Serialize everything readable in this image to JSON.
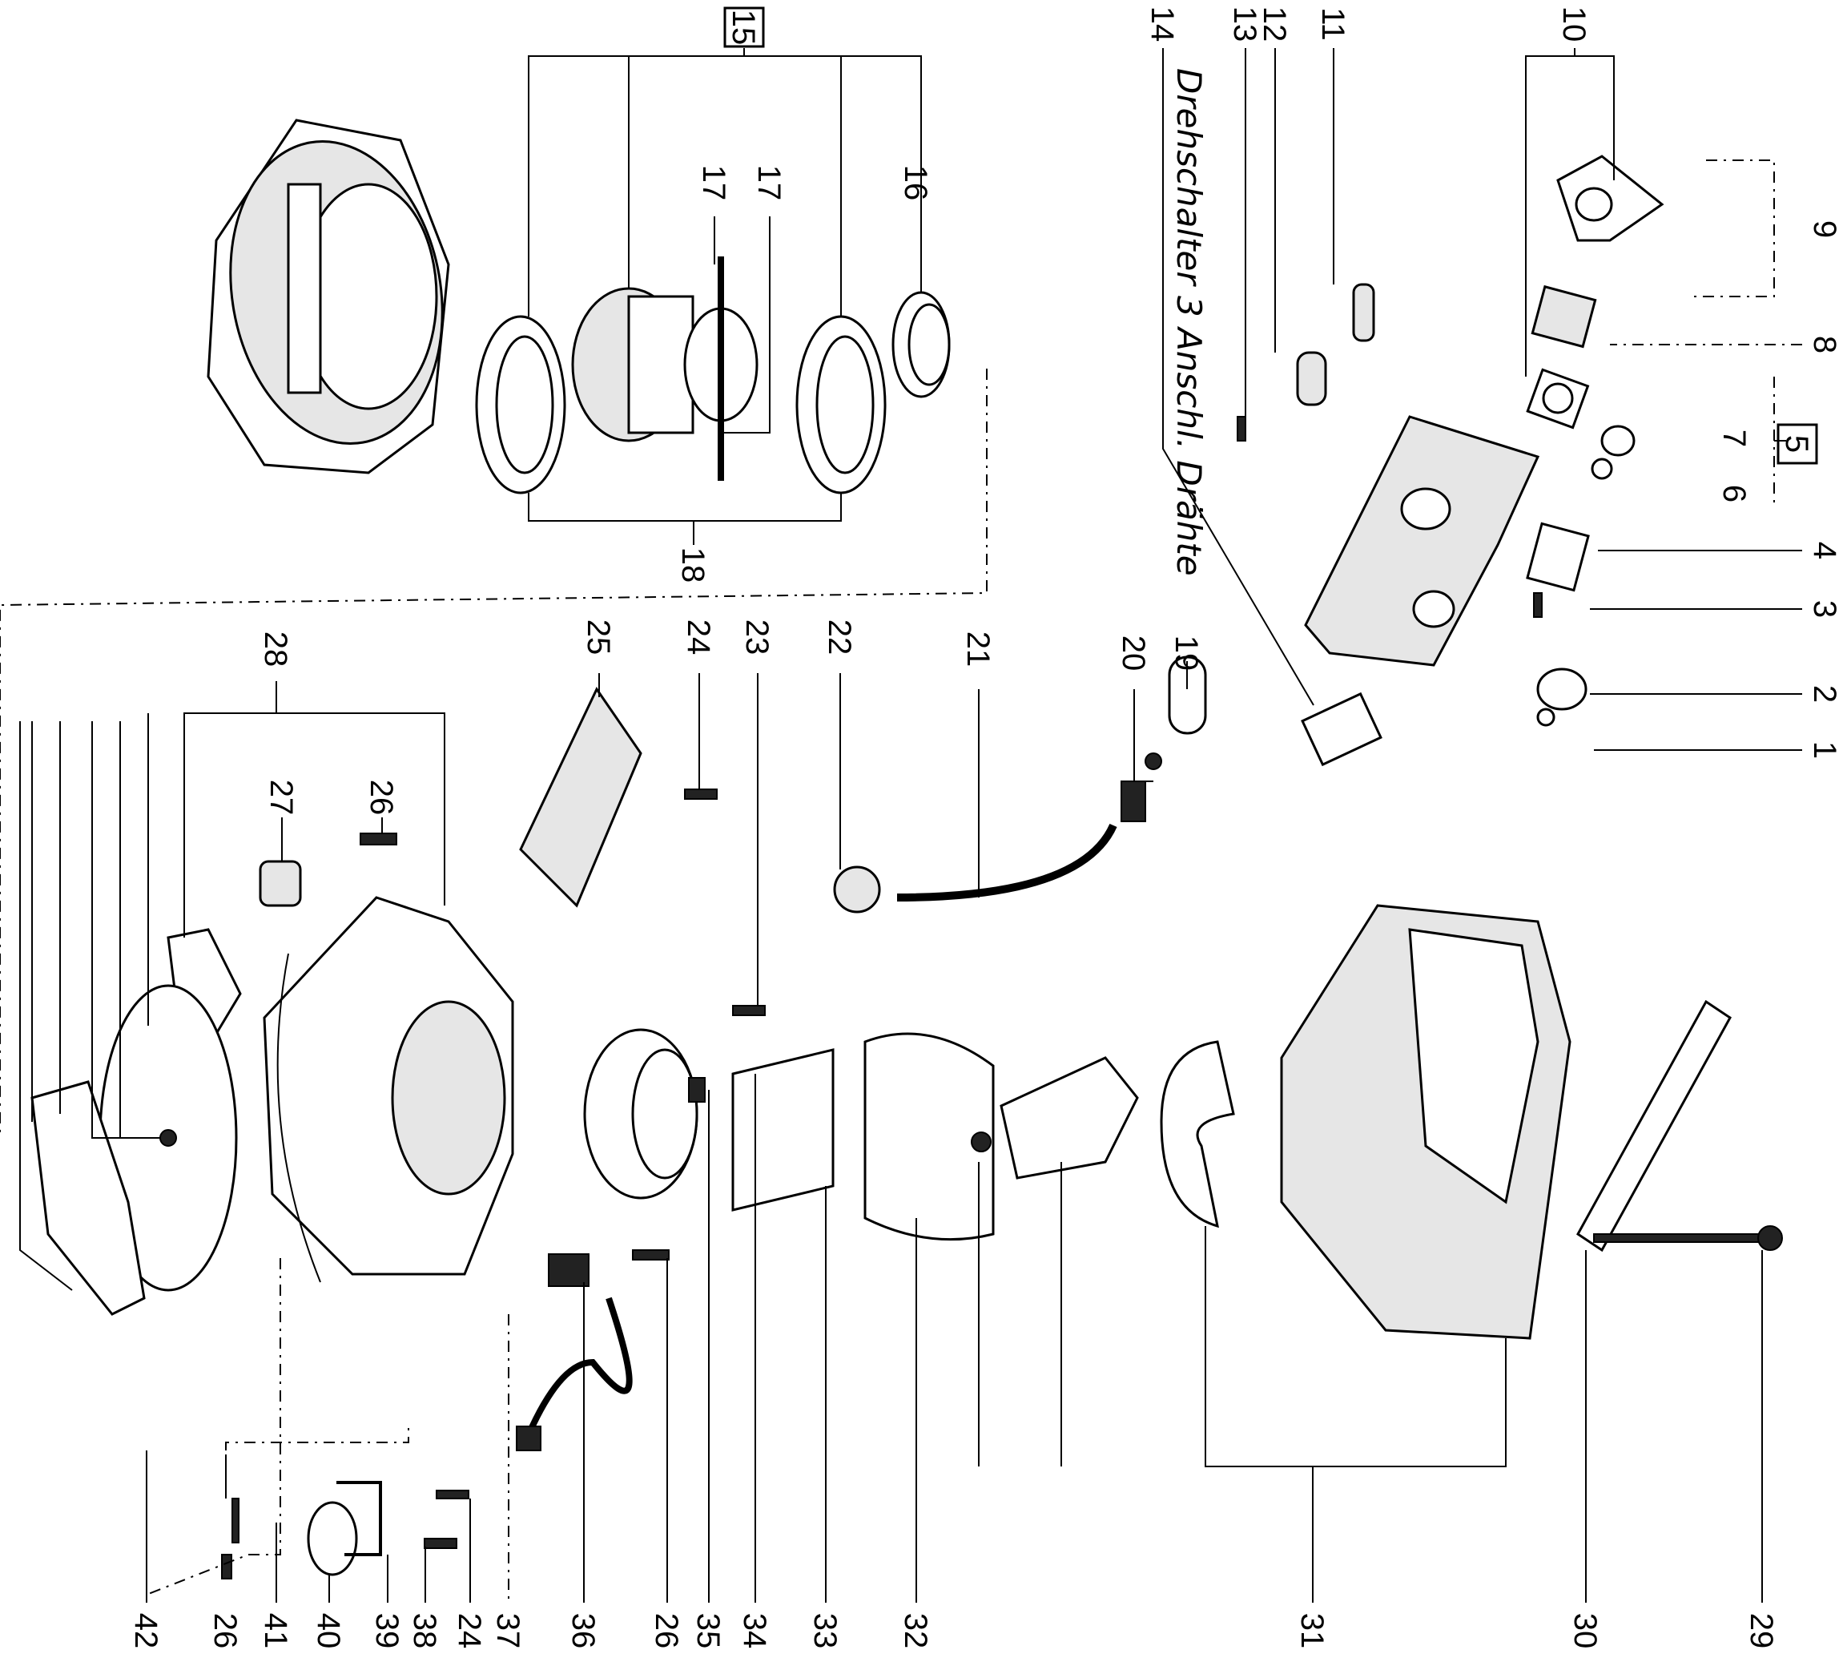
{
  "title": "Exploded parts diagram",
  "note": "Drehschalter 3 Anschl. Drähte",
  "labels": {
    "p1": "1",
    "p2": "2",
    "p3": "3",
    "p4": "4",
    "p5": "5",
    "p6": "6",
    "p7": "7",
    "p8": "8",
    "p9": "9",
    "p10": "10",
    "p11": "11",
    "p12": "12",
    "p13": "13",
    "p14": "14",
    "p15": "15",
    "p16": "16",
    "p17a": "17",
    "p17b": "17",
    "p18": "18",
    "p19": "19",
    "p20": "20",
    "p21": "21",
    "p22": "22",
    "p23": "23",
    "p24a": "24",
    "p25": "25",
    "p26a": "26",
    "p27": "27",
    "p28": "28",
    "p29": "29",
    "p30": "30",
    "p31": "31",
    "p32": "32",
    "p33": "33",
    "p34": "34",
    "p35": "35",
    "p26b": "26",
    "p36": "36",
    "p37": "37",
    "p24b": "24",
    "p38": "38",
    "p39": "39",
    "p40": "40",
    "p41": "41",
    "p26c": "26",
    "p42": "42"
  }
}
